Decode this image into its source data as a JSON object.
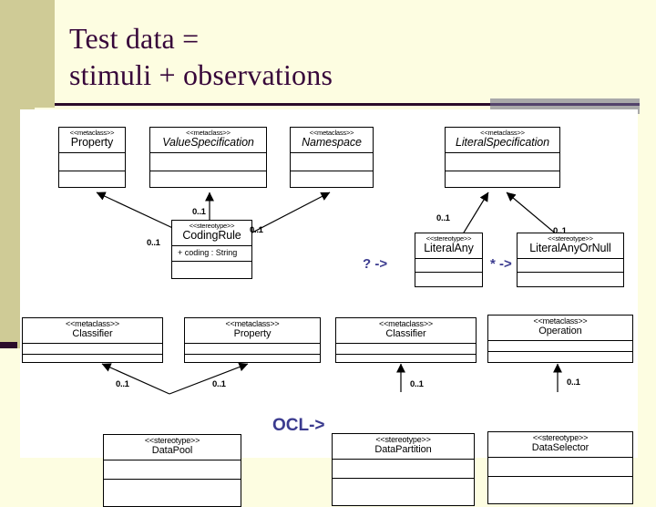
{
  "slide": {
    "title_line1": "Test data =",
    "title_line2": "stimuli + observations",
    "title_color": "#37063a",
    "background_color": "#fdfde1",
    "canvas_color": "#ffffff",
    "band_color": "#cfcb96",
    "annotation_color": "#3b3b8f",
    "rule_color": "#2b0b2b"
  },
  "stereotype_keyword": "<<stereotype>>",
  "metaclass_keyword": "<<metaclass>>",
  "boxes": {
    "property_top": {
      "stereotype": "<<metaclass>>",
      "name": "Property"
    },
    "value_specification": {
      "stereotype": "<<metaclass>>",
      "name": "ValueSpecification"
    },
    "namespace": {
      "stereotype": "<<metaclass>>",
      "name": "Namespace"
    },
    "literal_specification": {
      "stereotype": "<<metaclass>>",
      "name": "LiteralSpecification"
    },
    "coding_rule": {
      "stereotype": "<<stereotype>>",
      "name": "CodingRule",
      "attribute": "+ coding : String"
    },
    "literal_any": {
      "stereotype": "<<stereotype>>",
      "name": "LiteralAny"
    },
    "literal_any_or_null": {
      "stereotype": "<<stereotype>>",
      "name": "LiteralAnyOrNull"
    },
    "classifier_1": {
      "stereotype": "<<metaclass>>",
      "name": "Classifier"
    },
    "property_bottom": {
      "stereotype": "<<metaclass>>",
      "name": "Property"
    },
    "classifier_2": {
      "stereotype": "<<metaclass>>",
      "name": "Classifier"
    },
    "operation": {
      "stereotype": "<<metaclass>>",
      "name": "Operation"
    },
    "data_pool": {
      "stereotype": "<<stereotype>>",
      "name": "DataPool"
    },
    "data_partition": {
      "stereotype": "<<stereotype>>",
      "name": "DataPartition"
    },
    "data_selector": {
      "stereotype": "<<stereotype>>",
      "name": "DataSelector"
    }
  },
  "multiplicities": {
    "coding_rule_top": "0..1",
    "coding_rule_left": "0..1",
    "coding_rule_right": "0..1",
    "literal_any": "0..1",
    "literal_any_or_null": "0..1",
    "data_pool_left": "0..1",
    "data_pool_right": "0..1",
    "data_partition": "0..1",
    "data_selector": "0..1"
  },
  "annotations": {
    "question_arrow": "? ->",
    "star_arrow": "* ->",
    "ocl_arrow": "OCL->"
  }
}
